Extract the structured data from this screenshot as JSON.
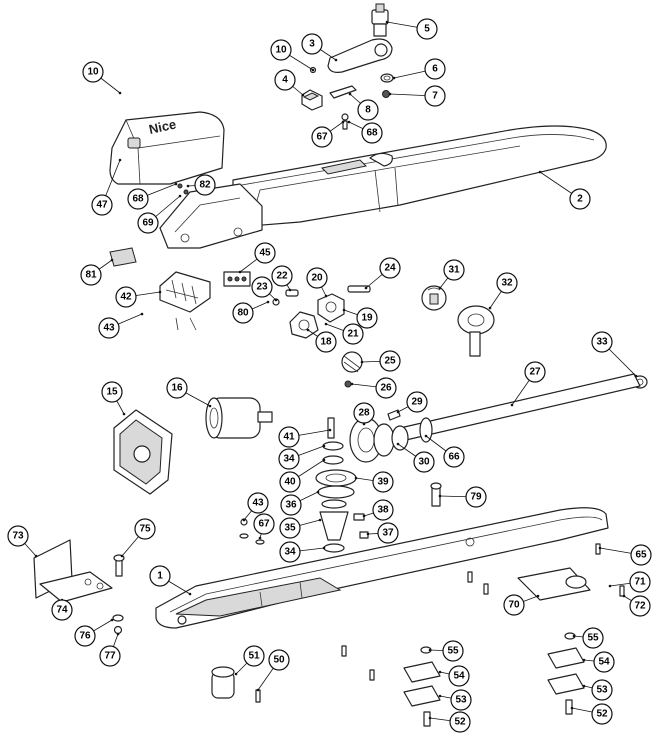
{
  "diagram": {
    "brand_mark": "Nice",
    "callouts": [
      {
        "id": "c5",
        "label": "5"
      },
      {
        "id": "c3",
        "label": "3"
      },
      {
        "id": "c10a",
        "label": "10"
      },
      {
        "id": "c10b",
        "label": "10"
      },
      {
        "id": "c4",
        "label": "4"
      },
      {
        "id": "c6",
        "label": "6"
      },
      {
        "id": "c7",
        "label": "7"
      },
      {
        "id": "c8",
        "label": "8"
      },
      {
        "id": "c67a",
        "label": "67"
      },
      {
        "id": "c68a",
        "label": "68"
      },
      {
        "id": "c47",
        "label": "47"
      },
      {
        "id": "c68b",
        "label": "68"
      },
      {
        "id": "c82",
        "label": "82"
      },
      {
        "id": "c69",
        "label": "69"
      },
      {
        "id": "c2",
        "label": "2"
      },
      {
        "id": "c81",
        "label": "81"
      },
      {
        "id": "c45",
        "label": "45"
      },
      {
        "id": "c22",
        "label": "22"
      },
      {
        "id": "c20",
        "label": "20"
      },
      {
        "id": "c24",
        "label": "24"
      },
      {
        "id": "c31",
        "label": "31"
      },
      {
        "id": "c32",
        "label": "32"
      },
      {
        "id": "c42",
        "label": "42"
      },
      {
        "id": "c23",
        "label": "23"
      },
      {
        "id": "c80",
        "label": "80"
      },
      {
        "id": "c19",
        "label": "19"
      },
      {
        "id": "c21",
        "label": "21"
      },
      {
        "id": "c18",
        "label": "18"
      },
      {
        "id": "c43a",
        "label": "43"
      },
      {
        "id": "c33",
        "label": "33"
      },
      {
        "id": "c25",
        "label": "25"
      },
      {
        "id": "c26",
        "label": "26"
      },
      {
        "id": "c15",
        "label": "15"
      },
      {
        "id": "c16",
        "label": "16"
      },
      {
        "id": "c27",
        "label": "27"
      },
      {
        "id": "c29",
        "label": "29"
      },
      {
        "id": "c28",
        "label": "28"
      },
      {
        "id": "c41",
        "label": "41"
      },
      {
        "id": "c34a",
        "label": "34"
      },
      {
        "id": "c30",
        "label": "30"
      },
      {
        "id": "c66",
        "label": "66"
      },
      {
        "id": "c40",
        "label": "40"
      },
      {
        "id": "c39",
        "label": "39"
      },
      {
        "id": "c36",
        "label": "36"
      },
      {
        "id": "c79",
        "label": "79"
      },
      {
        "id": "c43b",
        "label": "43"
      },
      {
        "id": "c67b",
        "label": "67"
      },
      {
        "id": "c38",
        "label": "38"
      },
      {
        "id": "c35",
        "label": "35"
      },
      {
        "id": "c37",
        "label": "37"
      },
      {
        "id": "c34b",
        "label": "34"
      },
      {
        "id": "c73",
        "label": "73"
      },
      {
        "id": "c75",
        "label": "75"
      },
      {
        "id": "c65",
        "label": "65"
      },
      {
        "id": "c1",
        "label": "1"
      },
      {
        "id": "c71",
        "label": "71"
      },
      {
        "id": "c70",
        "label": "70"
      },
      {
        "id": "c72",
        "label": "72"
      },
      {
        "id": "c74",
        "label": "74"
      },
      {
        "id": "c76",
        "label": "76"
      },
      {
        "id": "c77",
        "label": "77"
      },
      {
        "id": "c51",
        "label": "51"
      },
      {
        "id": "c50",
        "label": "50"
      },
      {
        "id": "c55a",
        "label": "55"
      },
      {
        "id": "c55b",
        "label": "55"
      },
      {
        "id": "c54a",
        "label": "54"
      },
      {
        "id": "c54b",
        "label": "54"
      },
      {
        "id": "c53a",
        "label": "53"
      },
      {
        "id": "c53b",
        "label": "53"
      },
      {
        "id": "c52a",
        "label": "52"
      },
      {
        "id": "c52b",
        "label": "52"
      }
    ]
  }
}
